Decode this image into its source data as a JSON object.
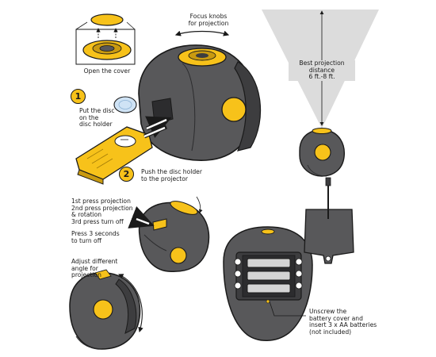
{
  "labels": {
    "open_cover": "Open the cover",
    "focus_knobs": "Focus knobs\nfor projection",
    "best_distance": "Best projection\ndistance\n6 ft.-8 ft.",
    "put_disc": "Put the disc\non the\ndisc holder",
    "push_holder": "Push the disc holder\nto the projector",
    "press_modes": "1st press projection\n2nd press projection\n& rotation\n3rd press turn off",
    "press_hold": "Press 3 seconds\nto turn off",
    "adjust_angle": "Adjust different\nangle for\nprojection",
    "unscrew": "Unscrew the\nbattery cover and\ninsert 3 x AA batteries\n(not included)"
  },
  "steps": {
    "one": "1",
    "two": "2"
  },
  "colors": {
    "body": "#58585a",
    "body_dark": "#3d3d3f",
    "accent": "#f7c21a",
    "outline": "#1a1a1a",
    "disc": "#cfe3f5",
    "beam": "#dcdcdc"
  }
}
